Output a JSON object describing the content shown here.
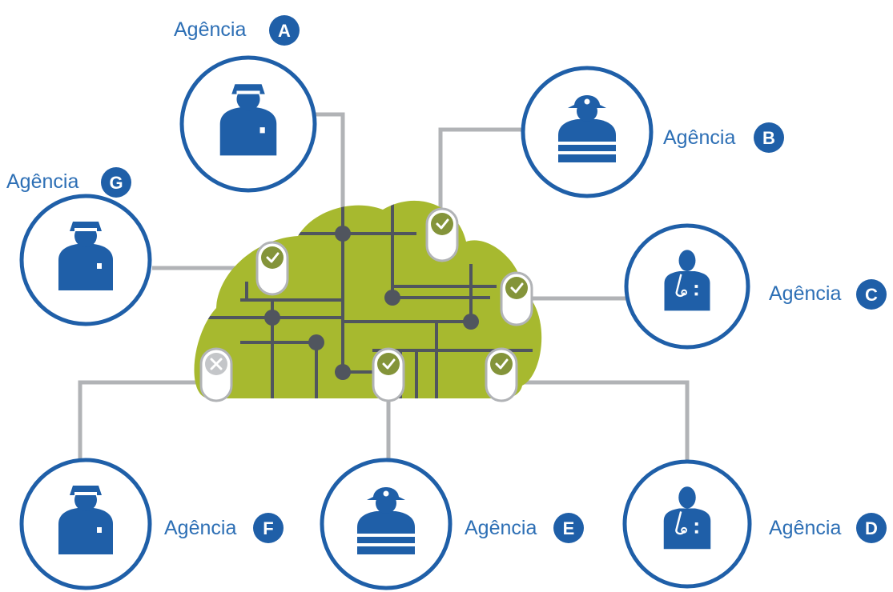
{
  "colors": {
    "agency_blue": "#1f5fa8",
    "label_blue": "#2d6fb5",
    "cloud_green": "#a7b92f",
    "circuit_gray": "#50555e",
    "connector_gray": "#b1b3b6",
    "check_green": "#84943a",
    "denied_gray": "#c4c6c9"
  },
  "agencies": [
    {
      "id": "A",
      "label": "Agência",
      "letter": "A",
      "icon": "police-officer-icon",
      "status": "connected"
    },
    {
      "id": "B",
      "label": "Agência",
      "letter": "B",
      "icon": "firefighter-icon",
      "status": "connected"
    },
    {
      "id": "C",
      "label": "Agência",
      "letter": "C",
      "icon": "doctor-icon",
      "status": "connected"
    },
    {
      "id": "D",
      "label": "Agência",
      "letter": "D",
      "icon": "doctor-icon",
      "status": "connected"
    },
    {
      "id": "E",
      "label": "Agência",
      "letter": "E",
      "icon": "firefighter-icon",
      "status": "connected"
    },
    {
      "id": "F",
      "label": "Agência",
      "letter": "F",
      "icon": "police-officer-icon",
      "status": "denied"
    },
    {
      "id": "G",
      "label": "Agência",
      "letter": "G",
      "icon": "police-officer-icon",
      "status": "connected"
    }
  ]
}
